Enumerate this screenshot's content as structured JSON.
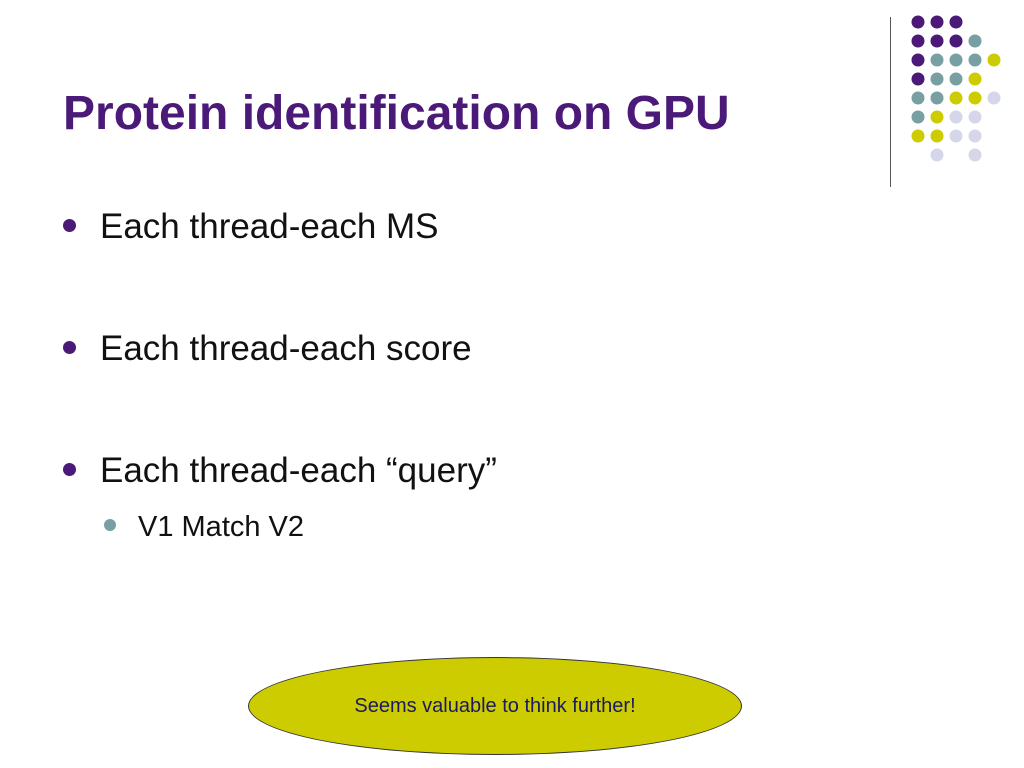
{
  "slide": {
    "title": "Protein identification on GPU",
    "bullets": [
      {
        "level": 1,
        "text": "Each thread-each MS"
      },
      {
        "level": 1,
        "text": "Each thread-each score"
      },
      {
        "level": 1,
        "text": "Each thread-each “query”"
      },
      {
        "level": 2,
        "text": "V1 Match V2"
      }
    ],
    "callout": "Seems valuable to think further!"
  },
  "theme": {
    "title_color": "#4b1a78",
    "bullet_color": "#4b1a78",
    "sub_bullet_color": "#78a0a3",
    "callout_fill": "#cccc00",
    "callout_text_color": "#1a1a60",
    "dot_colors": {
      "purple": "#4b1a78",
      "teal": "#78a0a3",
      "olive": "#cccc00",
      "lavender": "#d6d6ea"
    }
  },
  "decoration": {
    "dot_grid": [
      [
        "",
        "purple",
        "purple",
        "purple",
        "",
        ""
      ],
      [
        "",
        "purple",
        "purple",
        "purple",
        "teal",
        ""
      ],
      [
        "",
        "purple",
        "teal",
        "teal",
        "teal",
        "olive"
      ],
      [
        "",
        "purple",
        "teal",
        "teal",
        "olive",
        ""
      ],
      [
        "",
        "teal",
        "teal",
        "olive",
        "olive",
        "lavender"
      ],
      [
        "",
        "teal",
        "olive",
        "lavender",
        "lavender",
        ""
      ],
      [
        "",
        "olive",
        "olive",
        "lavender",
        "lavender",
        ""
      ],
      [
        "",
        "",
        "lavender",
        "",
        "lavender",
        ""
      ]
    ]
  }
}
